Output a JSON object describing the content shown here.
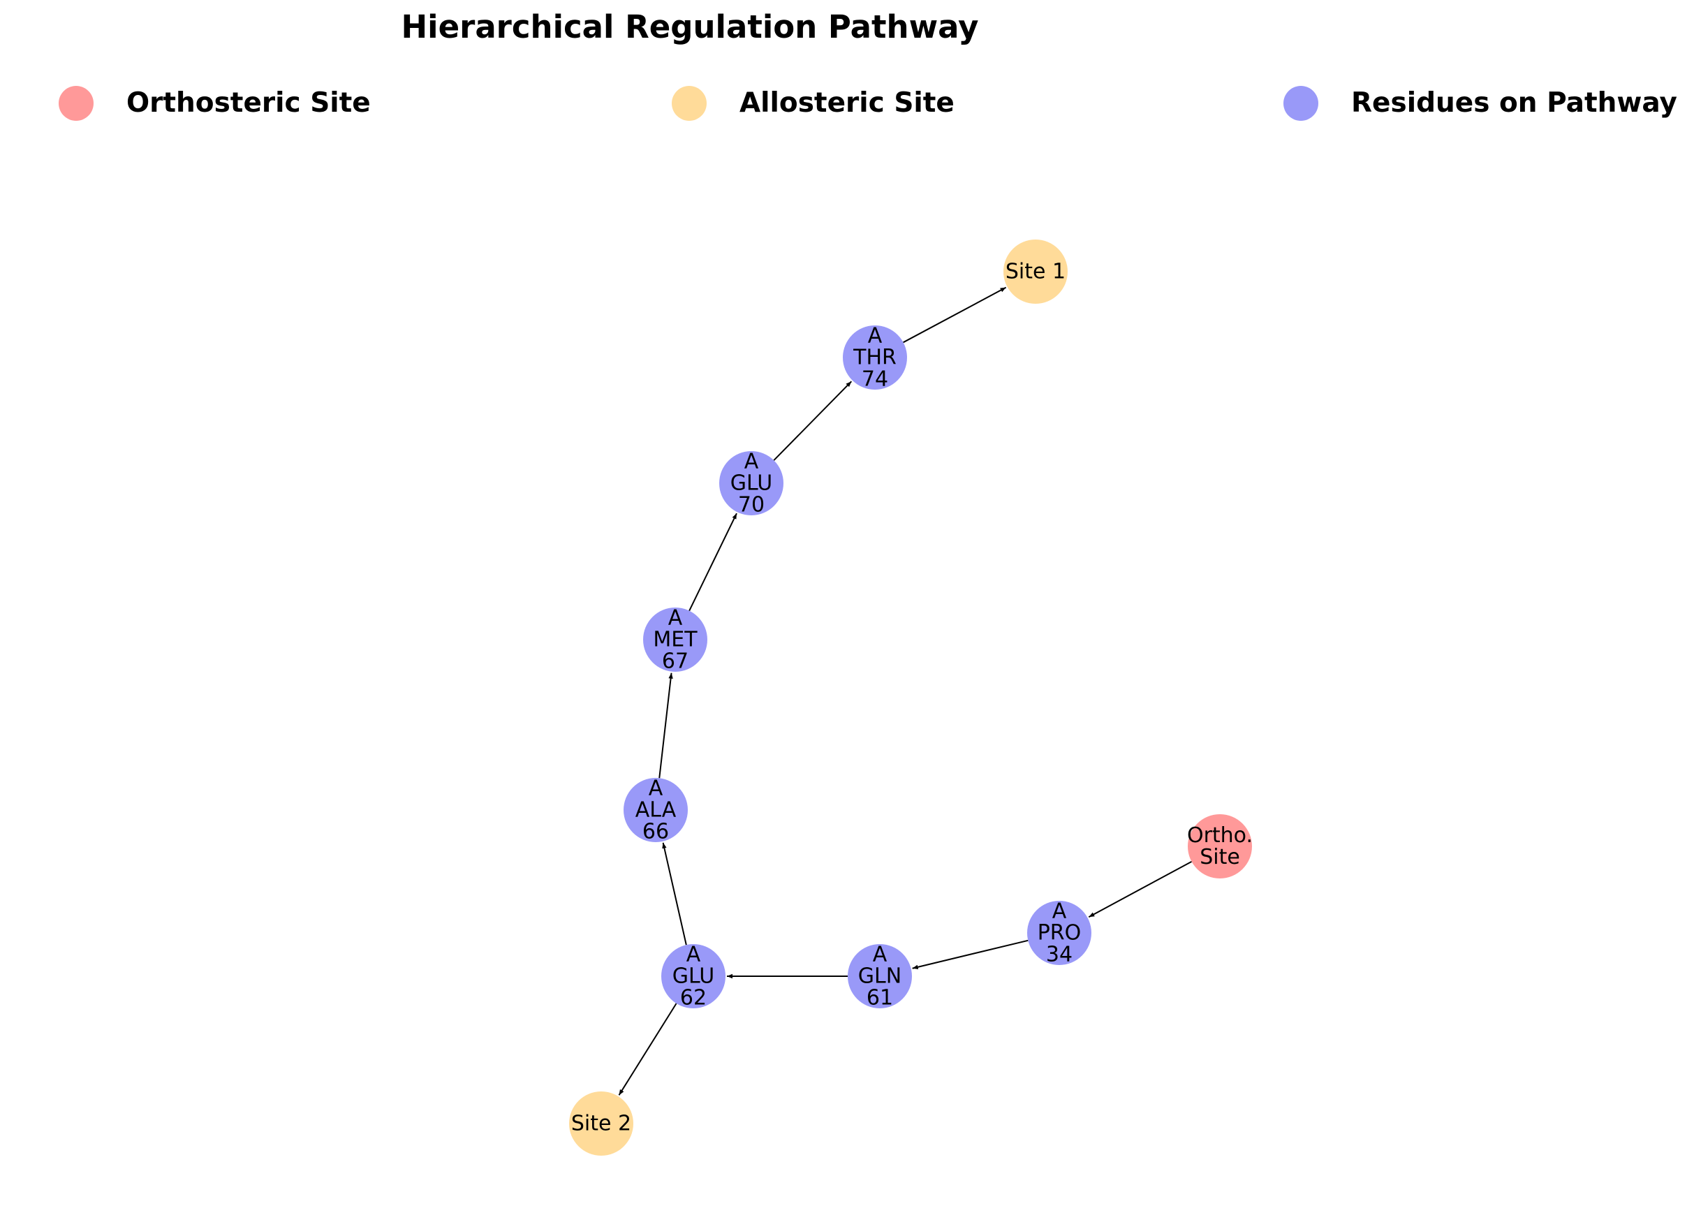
{
  "title": "Hierarchical Regulation Pathway",
  "legend": [
    {
      "label": "Orthosteric Site",
      "color": "#ff9999"
    },
    {
      "label": "Allosteric Site",
      "color": "#ffdb99"
    },
    {
      "label": "Residues on Pathway",
      "color": "#9999f8"
    }
  ],
  "colors": {
    "orthosteric": "#ff9999",
    "allosteric": "#ffdb99",
    "residue": "#9999f8",
    "edge": "#000000"
  },
  "nodes": [
    {
      "id": "ortho",
      "kind": "orthosteric",
      "lines": [
        "Ortho.",
        "Site"
      ]
    },
    {
      "id": "pro34",
      "kind": "residue",
      "lines": [
        "A",
        "PRO",
        "34"
      ]
    },
    {
      "id": "gln61",
      "kind": "residue",
      "lines": [
        "A",
        "GLN",
        "61"
      ]
    },
    {
      "id": "glu62",
      "kind": "residue",
      "lines": [
        "A",
        "GLU",
        "62"
      ]
    },
    {
      "id": "ala66",
      "kind": "residue",
      "lines": [
        "A",
        "ALA",
        "66"
      ]
    },
    {
      "id": "met67",
      "kind": "residue",
      "lines": [
        "A",
        "MET",
        "67"
      ]
    },
    {
      "id": "glu70",
      "kind": "residue",
      "lines": [
        "A",
        "GLU",
        "70"
      ]
    },
    {
      "id": "thr74",
      "kind": "residue",
      "lines": [
        "A",
        "THR",
        "74"
      ]
    },
    {
      "id": "site1",
      "kind": "allosteric",
      "lines": [
        "Site 1"
      ]
    },
    {
      "id": "site2",
      "kind": "allosteric",
      "lines": [
        "Site 2"
      ]
    }
  ],
  "edges": [
    {
      "from": "ortho",
      "to": "pro34"
    },
    {
      "from": "pro34",
      "to": "gln61"
    },
    {
      "from": "gln61",
      "to": "glu62"
    },
    {
      "from": "glu62",
      "to": "ala66"
    },
    {
      "from": "glu62",
      "to": "site2"
    },
    {
      "from": "ala66",
      "to": "met67"
    },
    {
      "from": "met67",
      "to": "glu70"
    },
    {
      "from": "glu70",
      "to": "thr74"
    },
    {
      "from": "thr74",
      "to": "site1"
    }
  ]
}
